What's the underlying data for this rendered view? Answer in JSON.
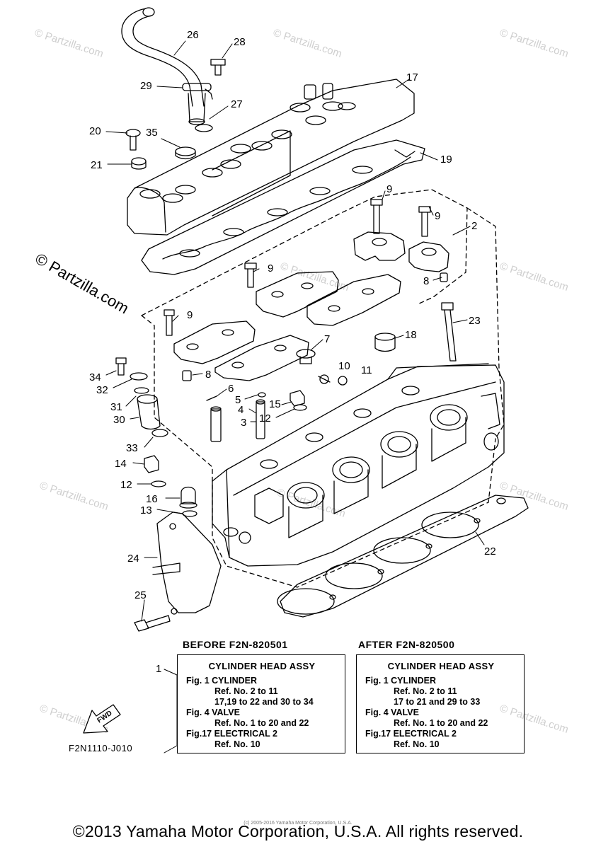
{
  "callouts": [
    {
      "id": "26",
      "label": "26"
    },
    {
      "id": "28",
      "label": "28"
    },
    {
      "id": "29",
      "label": "29"
    },
    {
      "id": "27",
      "label": "27"
    },
    {
      "id": "17",
      "label": "17"
    },
    {
      "id": "20",
      "label": "20"
    },
    {
      "id": "35",
      "label": "35"
    },
    {
      "id": "19",
      "label": "19"
    },
    {
      "id": "21",
      "label": "21"
    },
    {
      "id": "9a",
      "label": "9"
    },
    {
      "id": "9b",
      "label": "9"
    },
    {
      "id": "2",
      "label": "2"
    },
    {
      "id": "9c",
      "label": "9"
    },
    {
      "id": "8a",
      "label": "8"
    },
    {
      "id": "9d",
      "label": "9"
    },
    {
      "id": "23",
      "label": "23"
    },
    {
      "id": "18",
      "label": "18"
    },
    {
      "id": "7",
      "label": "7"
    },
    {
      "id": "10",
      "label": "10"
    },
    {
      "id": "11",
      "label": "11"
    },
    {
      "id": "34",
      "label": "34"
    },
    {
      "id": "8b",
      "label": "8"
    },
    {
      "id": "32",
      "label": "32"
    },
    {
      "id": "6",
      "label": "6"
    },
    {
      "id": "5",
      "label": "5"
    },
    {
      "id": "31",
      "label": "31"
    },
    {
      "id": "15",
      "label": "15"
    },
    {
      "id": "4",
      "label": "4"
    },
    {
      "id": "30",
      "label": "30"
    },
    {
      "id": "3",
      "label": "3"
    },
    {
      "id": "12a",
      "label": "12"
    },
    {
      "id": "33",
      "label": "33"
    },
    {
      "id": "14",
      "label": "14"
    },
    {
      "id": "12b",
      "label": "12"
    },
    {
      "id": "16",
      "label": "16"
    },
    {
      "id": "13",
      "label": "13"
    },
    {
      "id": "24",
      "label": "24"
    },
    {
      "id": "22",
      "label": "22"
    },
    {
      "id": "25",
      "label": "25"
    },
    {
      "id": "1",
      "label": "1"
    }
  ],
  "watermark": {
    "text": "© Partzilla.com",
    "small_text": "© Partzilla.com"
  },
  "fwd_label": "FWD",
  "before": {
    "heading": "BEFORE F2N-820501",
    "title": "CYLINDER HEAD ASSY",
    "rows": [
      {
        "fig": "Fig.  1 CYLINDER",
        "subs": [
          "Ref. No. 2 to 11",
          "17,19 to 22 and 30 to 34"
        ]
      },
      {
        "fig": "Fig.  4 VALVE",
        "subs": [
          "Ref. No. 1 to 20 and 22"
        ]
      },
      {
        "fig": "Fig.17 ELECTRICAL 2",
        "subs": [
          "Ref. No. 10"
        ]
      }
    ]
  },
  "after": {
    "heading": "AFTER F2N-820500",
    "title": "CYLINDER HEAD ASSY",
    "rows": [
      {
        "fig": "Fig.  1 CYLINDER",
        "subs": [
          "Ref. No. 2 to 11",
          "17 to 21 and 29 to 33"
        ]
      },
      {
        "fig": "Fig.  4 VALVE",
        "subs": [
          "Ref. No. 1 to 20 and 22"
        ]
      },
      {
        "fig": "Fig.17 ELECTRICAL 2",
        "subs": [
          "Ref. No. 10"
        ]
      }
    ]
  },
  "figure_code": "F2N1110-J010",
  "copyright_small": "(c) 2005-2016 Yamaha Motor Corporation, U.S.A.",
  "copyright": "©2013 Yamaha Motor Corporation, U.S.A. All rights reserved."
}
